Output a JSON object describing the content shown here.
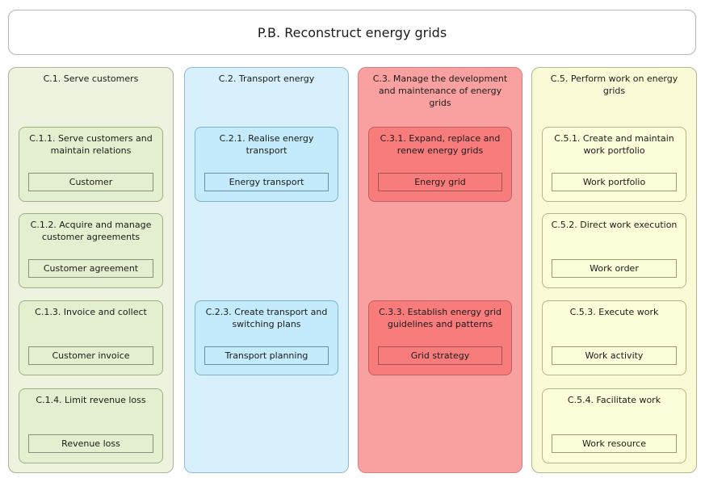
{
  "title": "P.B. Reconstruct energy grids",
  "palette": {
    "green": {
      "group_bg": "#edf3df",
      "group_border": "#a9b795",
      "card_bg": "#e3efcf",
      "card_border": "#9cb083",
      "object_border": "#84947a"
    },
    "blue": {
      "group_bg": "#d7f0fb",
      "group_border": "#8fbcd4",
      "card_bg": "#c3ebfc",
      "card_border": "#7cb2cd",
      "object_border": "#6b8fa3"
    },
    "red": {
      "group_bg": "#f9a0a0",
      "group_border": "#d88080",
      "card_bg": "#f87c7c",
      "card_border": "#c05f5f",
      "object_border": "#a05555"
    },
    "yellow": {
      "group_bg": "#fafbd6",
      "group_border": "#b5b58c",
      "card_bg": "#fcfdd9",
      "card_border": "#b5b58c",
      "object_border": "#9c9c76"
    }
  },
  "columns": [
    {
      "id": "c1",
      "theme": "green",
      "label": "C.1. Serve customers",
      "cards": [
        {
          "row": 1,
          "label": "C.1.1. Serve customers and\nmaintain relations",
          "object": "Customer"
        },
        {
          "row": 2,
          "label": "C.1.2. Acquire and manage\ncustomer agreements",
          "object": "Customer agreement"
        },
        {
          "row": 3,
          "label": "C.1.3. Invoice and collect",
          "object": "Customer invoice"
        },
        {
          "row": 4,
          "label": "C.1.4. Limit revenue loss",
          "object": "Revenue loss"
        }
      ]
    },
    {
      "id": "c2",
      "theme": "blue",
      "label": "C.2. Transport energy",
      "cards": [
        {
          "row": 1,
          "label": "C.2.1. Realise energy\ntransport",
          "object": "Energy transport"
        },
        {
          "row": 3,
          "label": "C.2.3. Create transport and\nswitching plans",
          "object": "Transport planning"
        }
      ]
    },
    {
      "id": "c3",
      "theme": "red",
      "label": "C.3. Manage the development\nand maintenance of energy\ngrids",
      "cards": [
        {
          "row": 1,
          "label": "C.3.1. Expand, replace and\nrenew energy grids",
          "object": "Energy grid"
        },
        {
          "row": 3,
          "label": "C.3.3. Establish energy grid\nguidelines and patterns",
          "object": "Grid strategy"
        }
      ]
    },
    {
      "id": "c5",
      "theme": "yellow",
      "label": "C.5. Perform work on energy\ngrids",
      "cards": [
        {
          "row": 1,
          "label": "C.5.1. Create and maintain\nwork portfolio",
          "object": "Work portfolio"
        },
        {
          "row": 2,
          "label": "C.5.2. Direct work execution",
          "object": "Work order"
        },
        {
          "row": 3,
          "label": "C.5.3. Execute work",
          "object": "Work activity"
        },
        {
          "row": 4,
          "label": "C.5.4. Facilitate work",
          "object": "Work resource"
        }
      ]
    }
  ]
}
